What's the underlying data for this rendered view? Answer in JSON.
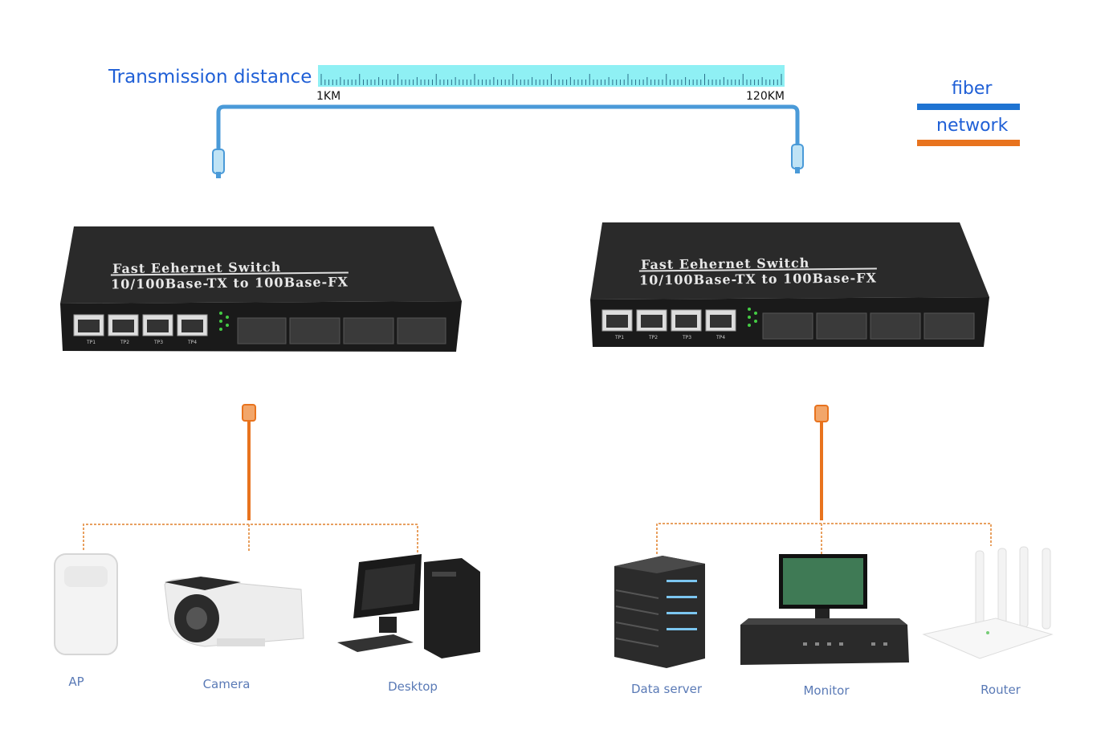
{
  "header": {
    "title": "Transmission distance"
  },
  "ruler": {
    "min_label": "1KM",
    "max_label": "120KM",
    "color": "#8ff0f4"
  },
  "legend": {
    "items": [
      {
        "label": "fiber",
        "color": "#1e73d2"
      },
      {
        "label": "network",
        "color": "#e8731e"
      }
    ]
  },
  "switches": [
    {
      "title": "Fast Eehernet Switch",
      "subtitle": "10/100Base-TX to 100Base-FX",
      "ports": [
        "TP1",
        "TP2",
        "TP3",
        "TP4"
      ]
    },
    {
      "title": "Fast Eehernet Switch",
      "subtitle": "10/100Base-TX to 100Base-FX",
      "ports": [
        "TP1",
        "TP2",
        "TP3",
        "TP4"
      ]
    }
  ],
  "devices_left": [
    {
      "label": "AP",
      "icon": "access-point-icon"
    },
    {
      "label": "Camera",
      "icon": "camera-icon"
    },
    {
      "label": "Desktop",
      "icon": "desktop-icon"
    }
  ],
  "devices_right": [
    {
      "label": "Data server",
      "icon": "server-icon"
    },
    {
      "label": "Monitor",
      "icon": "monitor-icon"
    },
    {
      "label": "Router",
      "icon": "router-icon"
    }
  ]
}
